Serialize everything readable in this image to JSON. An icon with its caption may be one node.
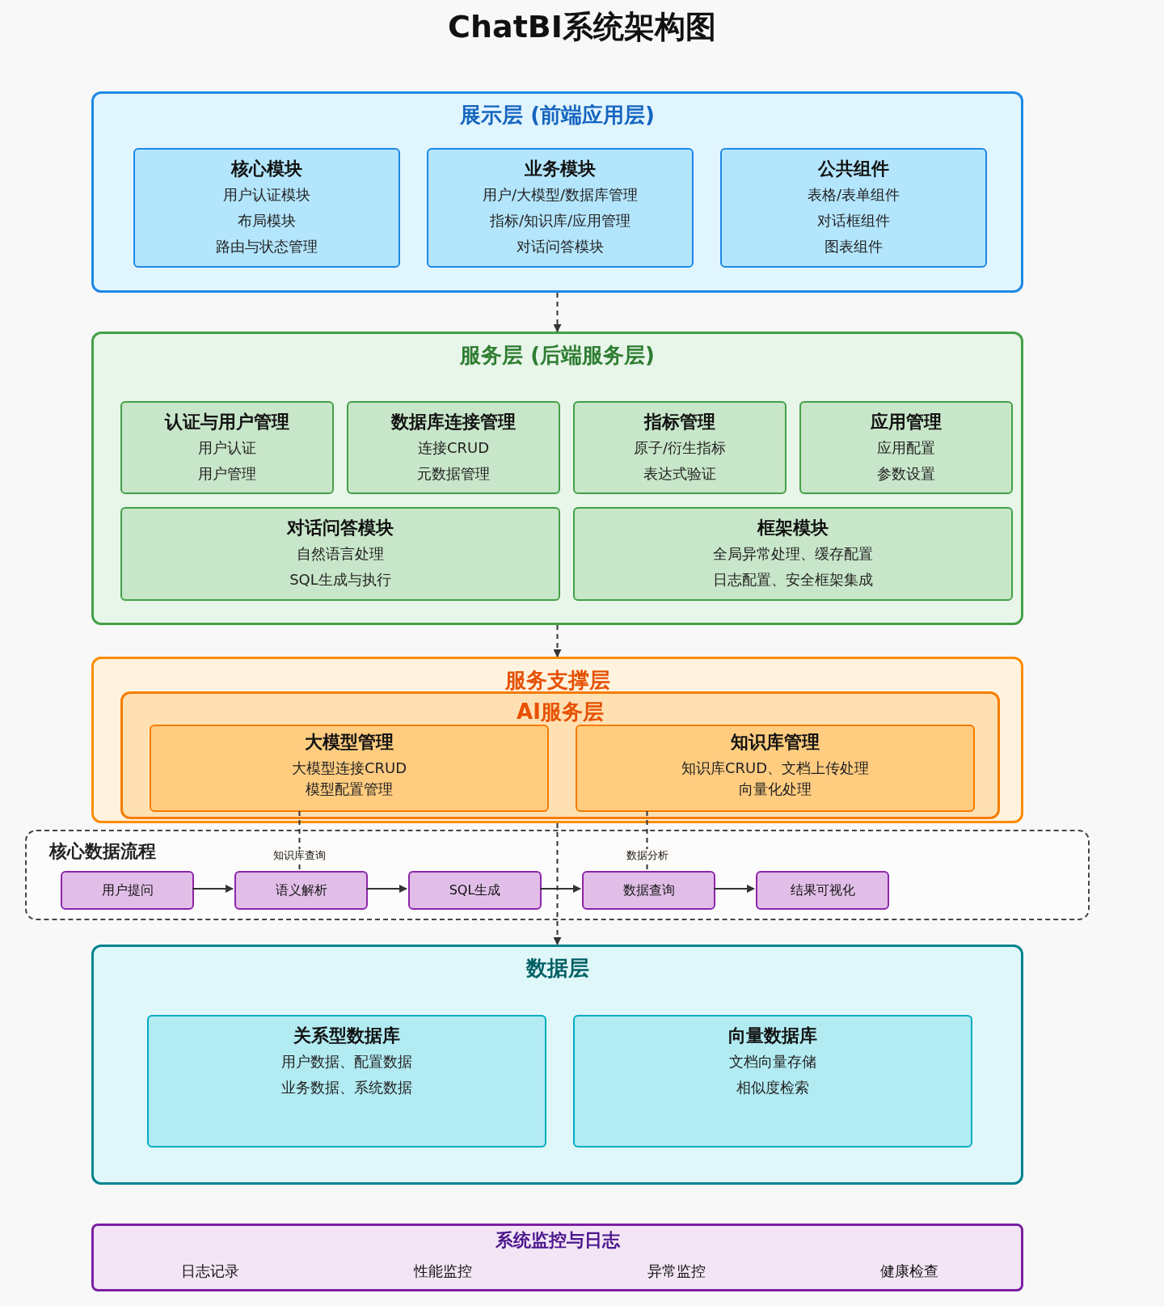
{
  "diagram": {
    "title": "ChatBI系统架构图",
    "nodes": [
      {
        "text": [
          "展示层 (前端应用层)"
        ]
      },
      {
        "text": [
          "核心模块",
          "用户认证模块",
          "布局模块",
          "路由与状态管理"
        ],
        "in": 0
      },
      {
        "text": [
          "业务模块",
          "用户/大模型/数据库管理",
          "指标/知识库/应用管理",
          "对话问答模块"
        ],
        "in": 0
      },
      {
        "text": [
          "公共组件",
          "表格/表单组件",
          "对话框组件",
          "图表组件"
        ],
        "in": 0
      },
      {
        "text": [
          "服务层 (后端服务层)"
        ]
      },
      {
        "text": [
          "认证与用户管理",
          "用户认证",
          "用户管理"
        ],
        "in": 4
      },
      {
        "text": [
          "数据库连接管理",
          "连接CRUD",
          "元数据管理"
        ],
        "in": 4
      },
      {
        "text": [
          "指标管理",
          "原子/衍生指标",
          "表达式验证"
        ],
        "in": 4
      },
      {
        "text": [
          "应用管理",
          "应用配置",
          "参数设置"
        ],
        "in": 4
      },
      {
        "text": [
          "对话问答模块",
          "自然语言处理",
          "SQL生成与执行"
        ],
        "in": 4
      },
      {
        "text": [
          "框架模块",
          "全局异常处理、缓存配置",
          "日志配置、安全框架集成"
        ],
        "in": 4
      },
      {
        "text": [
          "服务支撑层"
        ]
      },
      {
        "text": [
          "AI服务层"
        ],
        "in": 11
      },
      {
        "text": [
          "大模型管理",
          "大模型连接CRUD",
          "模型配置管理"
        ],
        "in": 12
      },
      {
        "text": [
          "知识库管理",
          "知识库CRUD、文档上传处理",
          "向量化处理"
        ],
        "in": 12
      },
      {
        "text": [
          "核心数据流程"
        ]
      },
      {
        "text": [
          "用户提问"
        ],
        "in": 15
      },
      {
        "text": [
          "语义解析"
        ],
        "in": 15
      },
      {
        "text": [
          "SQL生成"
        ],
        "in": 15
      },
      {
        "text": [
          "数据查询"
        ],
        "in": 15
      },
      {
        "text": [
          "结果可视化"
        ],
        "in": 15
      },
      {
        "text": [
          "数据层"
        ]
      },
      {
        "text": [
          "关系型数据库",
          "用户数据、配置数据",
          "业务数据、系统数据"
        ],
        "in": 21
      },
      {
        "text": [
          "向量数据库",
          "文档向量存储",
          "相似度检索"
        ],
        "in": 21
      },
      {
        "text": [
          "系统监控与日志",
          "日志记录",
          "性能监控",
          "异常监控",
          "健康检查"
        ]
      }
    ],
    "edges": [
      {
        "from": 0,
        "to": 4,
        "arrow": "to",
        "style": "dashed"
      },
      {
        "from": 4,
        "to": 11,
        "arrow": "to",
        "style": "dashed"
      },
      {
        "from": 11,
        "to": 21,
        "arrow": "to",
        "style": "dashed"
      },
      {
        "from": 16,
        "to": 17,
        "arrow": "to"
      },
      {
        "from": 17,
        "to": 18,
        "arrow": "to"
      },
      {
        "from": 18,
        "to": 19,
        "arrow": "to"
      },
      {
        "from": 19,
        "to": 20,
        "arrow": "to"
      },
      {
        "from": 17,
        "to": 13,
        "arrow": "none",
        "style": "dashed",
        "label": "知识库查询"
      },
      {
        "from": 19,
        "to": 14,
        "arrow": "none",
        "style": "dashed",
        "label": "数据分析"
      }
    ]
  }
}
